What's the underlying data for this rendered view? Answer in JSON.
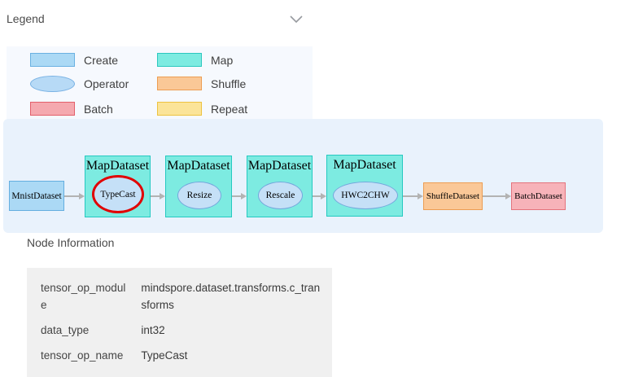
{
  "legend": {
    "title": "Legend",
    "items": [
      {
        "label": "Create",
        "shape": "rect",
        "fill": "#abd9f5",
        "border": "#6ab1e2"
      },
      {
        "label": "Map",
        "shape": "rect",
        "fill": "#7debe1",
        "border": "#2cc7bf"
      },
      {
        "label": "Operator",
        "shape": "ellipse",
        "fill": "#b7daf6",
        "border": "#79b2e4"
      },
      {
        "label": "Shuffle",
        "shape": "rect",
        "fill": "#fac897",
        "border": "#ed9d52"
      },
      {
        "label": "Batch",
        "shape": "rect",
        "fill": "#f5a9af",
        "border": "#e25f6a"
      },
      {
        "label": "Repeat",
        "shape": "rect",
        "fill": "#fbe499",
        "border": "#edc23f"
      }
    ]
  },
  "graph": {
    "nodes": [
      {
        "name": "MnistDataset",
        "type": "create"
      },
      {
        "name": "MapDataset",
        "operator": "TypeCast",
        "type": "map",
        "selected": true,
        "selection_color": "#e10000"
      },
      {
        "name": "MapDataset",
        "operator": "Resize",
        "type": "map"
      },
      {
        "name": "MapDataset",
        "operator": "Rescale",
        "type": "map"
      },
      {
        "name": "MapDataset",
        "operator": "HWC2CHW",
        "type": "map"
      },
      {
        "name": "ShuffleDataset",
        "type": "shuffle"
      },
      {
        "name": "BatchDataset",
        "type": "batch"
      }
    ],
    "edges": [
      [
        0,
        1
      ],
      [
        1,
        2
      ],
      [
        2,
        3
      ],
      [
        3,
        4
      ],
      [
        4,
        5
      ],
      [
        5,
        6
      ]
    ],
    "canvas_background": "#e9f2fc",
    "arrow_color": "#b3b3b3"
  },
  "node_information": {
    "title": "Node Information",
    "rows": [
      {
        "key": "tensor_op_module",
        "value": "mindspore.dataset.transforms.c_transforms"
      },
      {
        "key": "data_type",
        "value": "int32"
      },
      {
        "key": "tensor_op_name",
        "value": "TypeCast"
      }
    ]
  }
}
